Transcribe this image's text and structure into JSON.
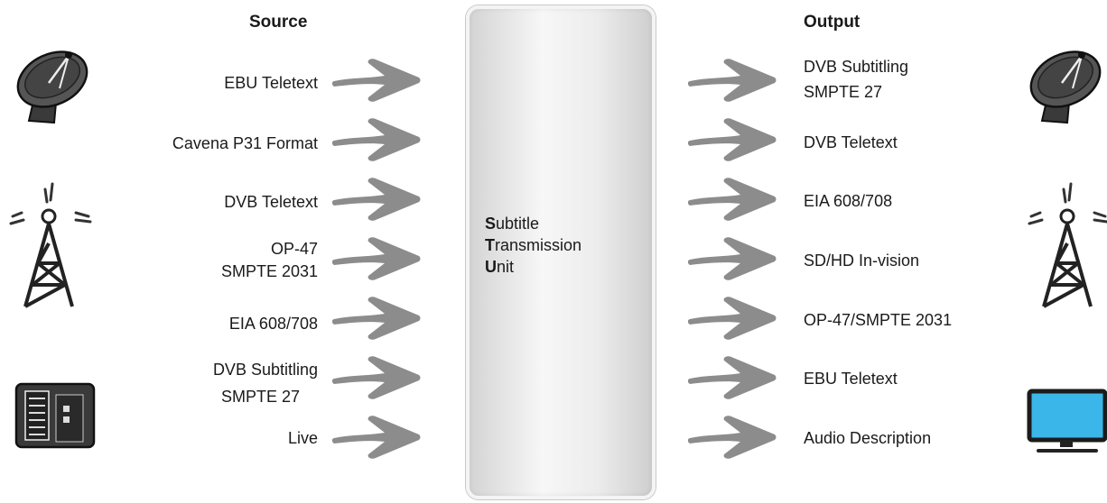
{
  "source": {
    "heading": "Source",
    "items": [
      {
        "line1": "EBU Teletext",
        "line2": ""
      },
      {
        "line1": "Cavena P31 Format",
        "line2": ""
      },
      {
        "line1": "DVB Teletext",
        "line2": ""
      },
      {
        "line1": "OP-47",
        "line2": "SMPTE 2031"
      },
      {
        "line1": "EIA 608/708",
        "line2": ""
      },
      {
        "line1": "DVB Subtitling",
        "line2": "SMPTE 27"
      },
      {
        "line1": "Live",
        "line2": ""
      }
    ]
  },
  "output": {
    "heading": "Output",
    "items": [
      {
        "line1": "DVB Subtitling",
        "line2": "SMPTE 27"
      },
      {
        "line1": "DVB Teletext",
        "line2": ""
      },
      {
        "line1": "EIA 608/708",
        "line2": ""
      },
      {
        "line1": "SD/HD In-vision",
        "line2": ""
      },
      {
        "line1": "OP-47/SMPTE 2031",
        "line2": ""
      },
      {
        "line1": "EBU Teletext",
        "line2": ""
      },
      {
        "line1": "Audio Description",
        "line2": ""
      }
    ]
  },
  "unit": {
    "line1_initial": "S",
    "line1_rest": "ubtitle",
    "line2_initial": "T",
    "line2_rest": "ransmission",
    "line3_initial": "U",
    "line3_rest": "nit"
  },
  "icons": {
    "left": [
      "satellite-dish-icon",
      "transmission-tower-icon",
      "teletext-device-icon"
    ],
    "right": [
      "satellite-dish-icon",
      "transmission-tower-icon",
      "television-monitor-icon"
    ]
  },
  "colors": {
    "arrow": "#8c8c8c",
    "icon_dark": "#3a3a3a",
    "screen": "#3bb6e8"
  }
}
